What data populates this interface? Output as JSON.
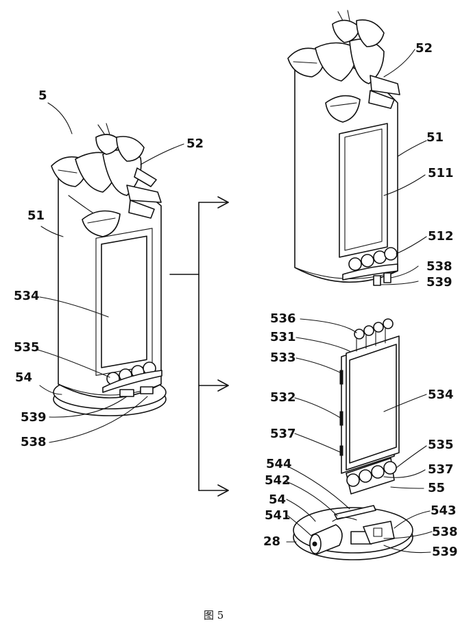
{
  "figure": {
    "caption": "图 5",
    "labels": {
      "l5": "5",
      "l52a": "52",
      "l51a": "51",
      "l534a": "534",
      "l535a": "535",
      "l54a": "54",
      "l539a": "539",
      "l538a": "538",
      "l52b": "52",
      "l51b": "51",
      "l511": "511",
      "l512": "512",
      "l538b": "538",
      "l539b": "539",
      "l536": "536",
      "l531": "531",
      "l533": "533",
      "l532": "532",
      "l534b": "534",
      "l537a": "537",
      "l535b": "535",
      "l537b": "537",
      "l55": "55",
      "l544": "544",
      "l542": "542",
      "l54b": "54",
      "l541": "541",
      "l543": "543",
      "l28": "28",
      "l538c": "538",
      "l539c": "539"
    }
  }
}
